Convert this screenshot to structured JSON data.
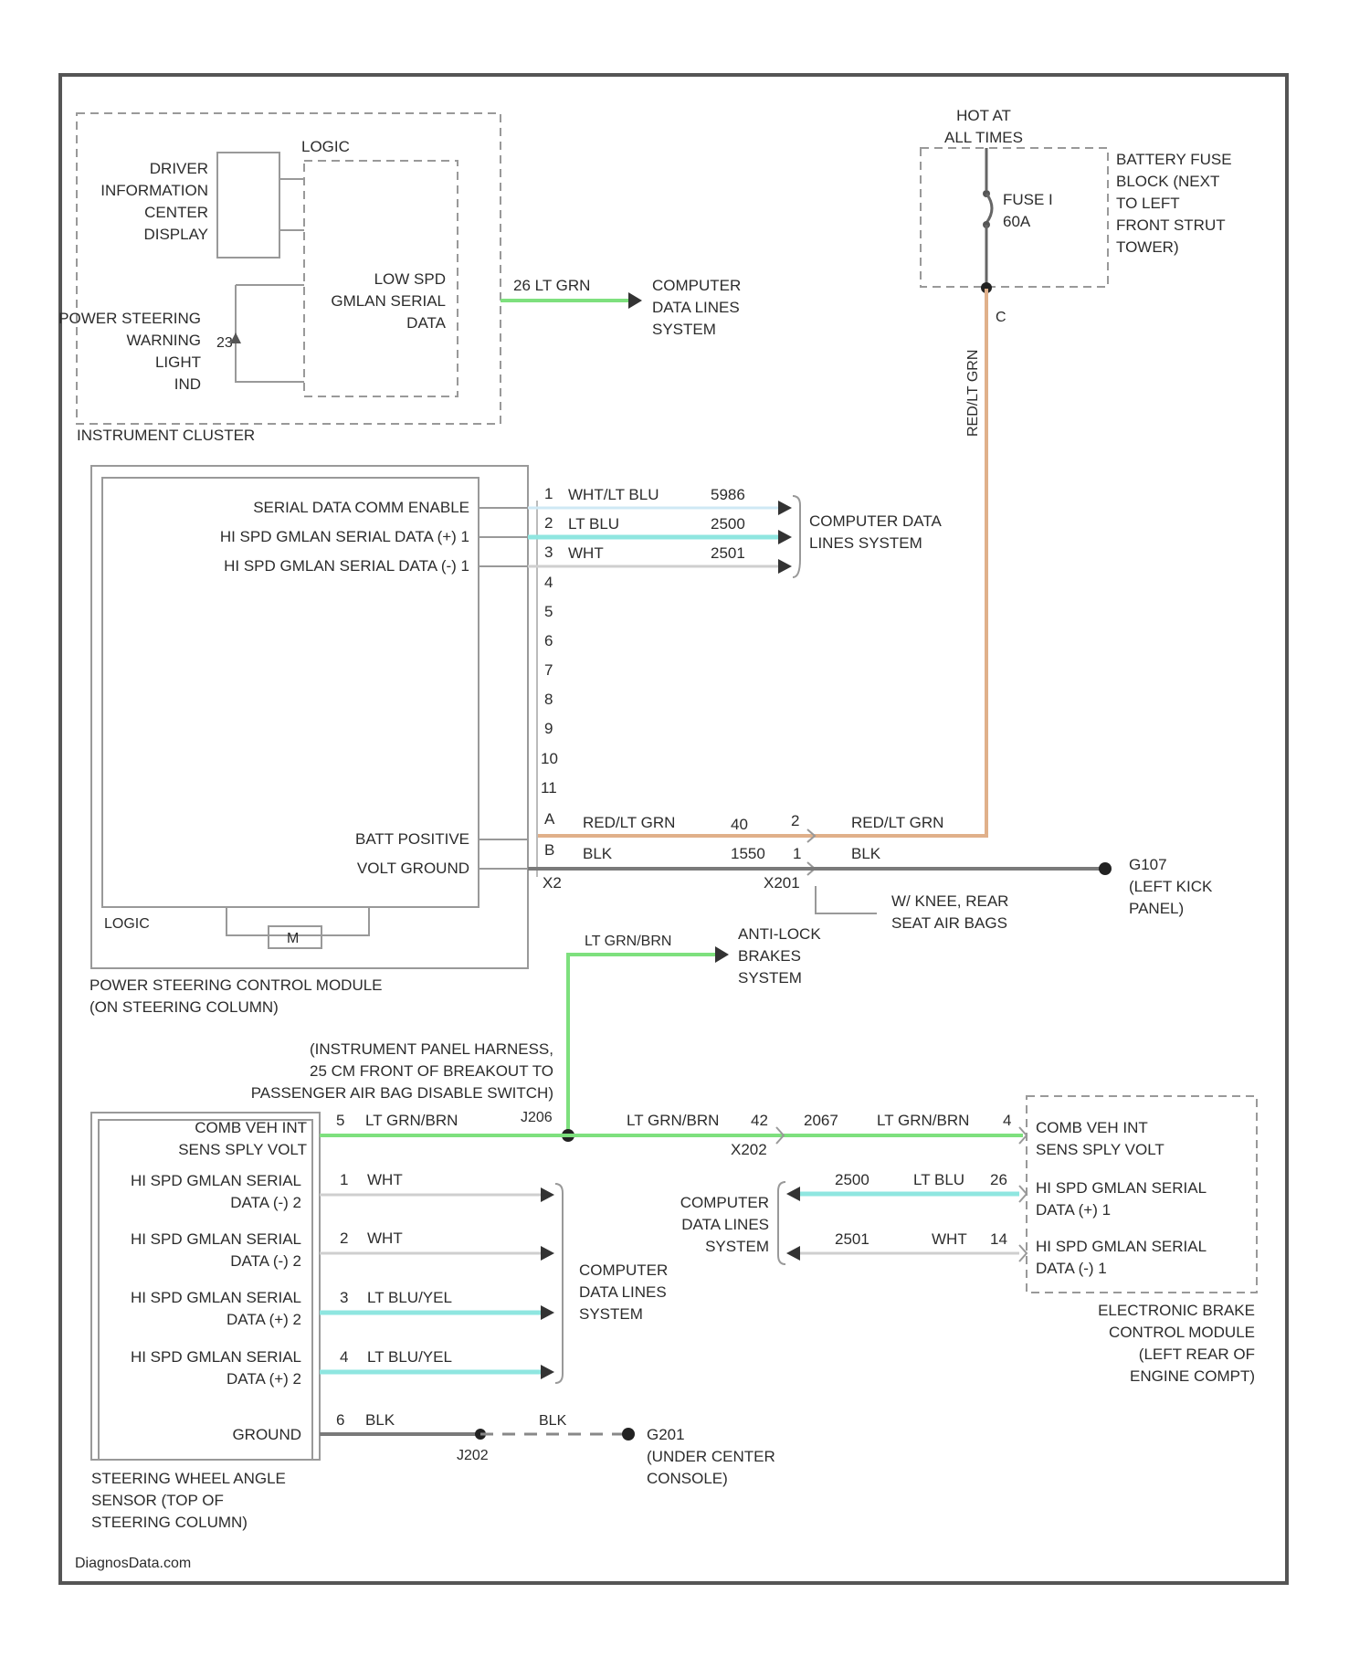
{
  "diagram": {
    "instrument_cluster": {
      "label": "INSTRUMENT CLUSTER",
      "logic": "LOGIC",
      "dic_lines": [
        "DRIVER",
        "INFORMATION",
        "CENTER",
        "DISPLAY"
      ],
      "ps_lines": [
        "POWER STEERING",
        "WARNING",
        "LIGHT",
        "IND"
      ],
      "ps_pin": "23",
      "lowspd_lines": [
        "LOW SPD",
        "GMLAN SERIAL",
        "DATA"
      ],
      "wire_label": "26  LT GRN",
      "dest_lines": [
        "COMPUTER",
        "DATA LINES",
        "SYSTEM"
      ]
    },
    "fuse_block": {
      "hot_lines": [
        "HOT AT",
        "ALL TIMES"
      ],
      "fuse_lines": [
        "FUSE I",
        "60A"
      ],
      "block_lines": [
        "BATTERY FUSE",
        "BLOCK (NEXT",
        "TO LEFT",
        "FRONT STRUT",
        "TOWER)"
      ],
      "pin": "C",
      "vert_wire": "RED/LT GRN"
    },
    "pscm": {
      "signals": [
        "SERIAL DATA COMM ENABLE",
        "HI SPD GMLAN SERIAL DATA (+) 1",
        "HI SPD GMLAN SERIAL DATA (-) 1"
      ],
      "pins": [
        "1",
        "2",
        "3",
        "4",
        "5",
        "6",
        "7",
        "8",
        "9",
        "10",
        "11"
      ],
      "wires": [
        {
          "color": "WHT/LT BLU",
          "circuit": "5986"
        },
        {
          "color": "LT BLU",
          "circuit": "2500"
        },
        {
          "color": "WHT",
          "circuit": "2501"
        }
      ],
      "dest_lines": [
        "COMPUTER DATA",
        "LINES SYSTEM"
      ],
      "batt_label": "BATT POSITIVE",
      "gnd_label": "VOLT GROUND",
      "pin_a": "A",
      "pin_b": "B",
      "conn_x": "X2",
      "batt_wire": "RED/LT GRN",
      "batt_circuit": "40",
      "batt_pin2": "2",
      "batt_wire2": "RED/LT GRN",
      "gnd_wire": "BLK",
      "gnd_circuit": "1550",
      "gnd_pin": "1",
      "gnd_wire2": "BLK",
      "conn": "X201",
      "ground_lines": [
        "G107",
        "(LEFT KICK",
        "PANEL)"
      ],
      "airbag_lines": [
        "W/ KNEE, REAR",
        "SEAT AIR BAGS"
      ],
      "logic": "LOGIC",
      "motor": "M",
      "module_lines": [
        "POWER STEERING CONTROL MODULE",
        "(ON STEERING COLUMN)"
      ]
    },
    "abs": {
      "wire": "LT GRN/BRN",
      "dest_lines": [
        "ANTI-LOCK",
        "BRAKES",
        "SYSTEM"
      ]
    },
    "harness_note": [
      "(INSTRUMENT PANEL HARNESS,",
      "25 CM FRONT OF BREAKOUT TO",
      "PASSENGER AIR BAG DISABLE SWITCH)"
    ],
    "splice": "J206",
    "sas": {
      "signals": [
        [
          "COMB VEH INT",
          "SENS SPLY VOLT"
        ],
        [
          "HI SPD GMLAN SERIAL",
          "DATA (-) 2"
        ],
        [
          "HI SPD GMLAN SERIAL",
          "DATA (-) 2"
        ],
        [
          "HI SPD GMLAN SERIAL",
          "DATA (+) 2"
        ],
        [
          "HI SPD GMLAN SERIAL",
          "DATA (+) 2"
        ],
        [
          "GROUND"
        ]
      ],
      "wires": [
        {
          "pin": "5",
          "color": "LT GRN/BRN"
        },
        {
          "pin": "1",
          "color": "WHT"
        },
        {
          "pin": "2",
          "color": "WHT"
        },
        {
          "pin": "3",
          "color": "LT BLU/YEL"
        },
        {
          "pin": "4",
          "color": "LT BLU/YEL"
        },
        {
          "pin": "6",
          "color": "BLK"
        }
      ],
      "dest_lines": [
        "COMPUTER",
        "DATA LINES",
        "SYSTEM"
      ],
      "module_lines": [
        "STEERING WHEEL ANGLE",
        "SENSOR (TOP OF",
        "STEERING COLUMN)"
      ],
      "ground_splice": "J202",
      "ground_wire2": "BLK",
      "ground_lines": [
        "G201",
        "(UNDER CENTER",
        "CONSOLE)"
      ]
    },
    "ebcm": {
      "mid_wire": "LT GRN/BRN",
      "mid_pin": "42",
      "mid_circuit": "2067",
      "conn": "X202",
      "right_wire": "LT GRN/BRN",
      "right_pin": "4",
      "signals": [
        [
          "COMB VEH INT",
          "SENS SPLY VOLT"
        ],
        [
          "HI SPD GMLAN SERIAL",
          "DATA (+) 1"
        ],
        [
          "HI SPD GMLAN SERIAL",
          "DATA (-) 1"
        ]
      ],
      "wires": [
        {
          "circuit": "2500",
          "color": "LT BLU",
          "pin": "26"
        },
        {
          "circuit": "2501",
          "color": "WHT",
          "pin": "14"
        }
      ],
      "dest_lines": [
        "COMPUTER",
        "DATA LINES",
        "SYSTEM"
      ],
      "module_lines": [
        "ELECTRONIC BRAKE",
        "CONTROL MODULE",
        "(LEFT REAR OF",
        "ENGINE COMPT)"
      ]
    },
    "watermark": "DiagnosData.com",
    "colors": {
      "lt_grn": "#7ee07e",
      "lt_blu": "#8fe6e0",
      "red_lt_grn": "#e0b08a",
      "blk": "#7a7a7a",
      "wht": "#cfcfcf"
    }
  }
}
